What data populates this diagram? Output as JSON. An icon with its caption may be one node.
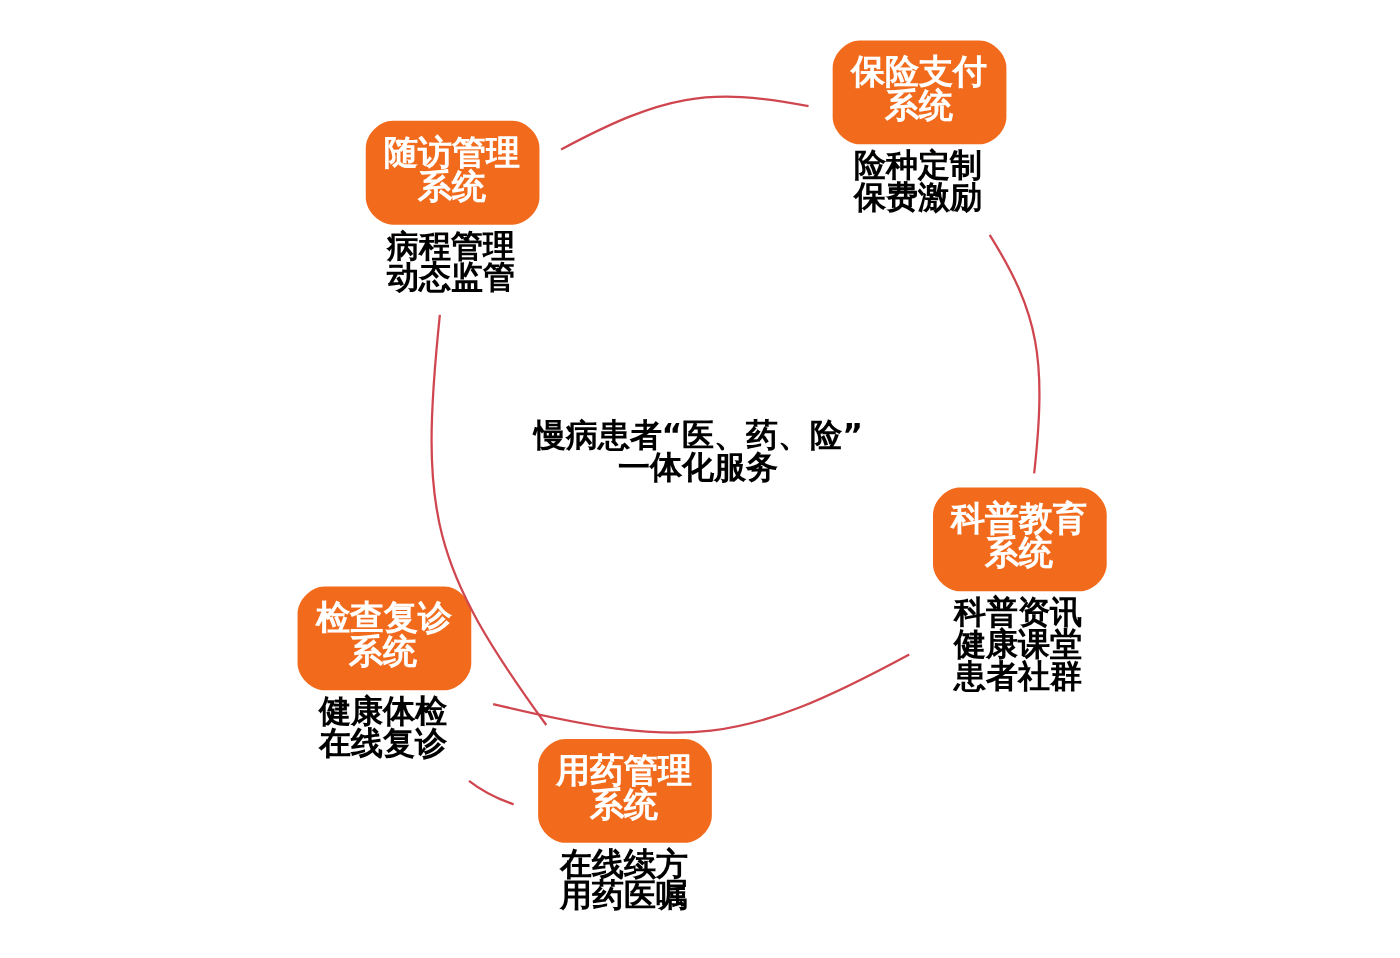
{
  "diagram": {
    "nodes": [
      {
        "text": [
          "检查复诊系统"
        ],
        "beside": [
          "健康体检",
          "在线复诊"
        ]
      },
      {
        "text": [
          "科普教育系统"
        ],
        "beside": [
          "科普资讯",
          "健康课堂",
          "患者社群"
        ]
      },
      {
        "text": [
          "用药管理系统"
        ],
        "beside": [
          "在线续方",
          "用药医嘱"
        ]
      },
      {
        "text": [
          "慢病患者“医、药、险”一体化服务"
        ]
      },
      {
        "text": [
          "保险支付系统"
        ],
        "beside": [
          "险种定制",
          "保费激励"
        ]
      },
      {
        "text": [
          "随访管理系统"
        ],
        "beside": [
          "病程管理",
          "动态监管"
        ]
      }
    ],
    "edges": [
      {
        "from": 0,
        "to": 2,
        "arrow": "none"
      },
      {
        "from": 2,
        "to": 5,
        "arrow": "none"
      },
      {
        "from": 5,
        "to": 4,
        "arrow": "none"
      },
      {
        "from": 4,
        "to": 1,
        "arrow": "none"
      },
      {
        "from": 1,
        "to": 0,
        "arrow": "none"
      }
    ]
  }
}
